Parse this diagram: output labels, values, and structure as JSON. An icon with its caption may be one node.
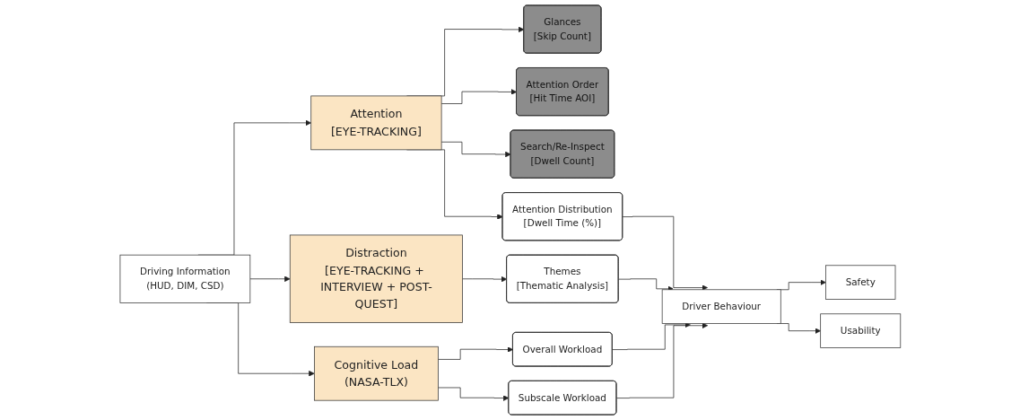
{
  "diagram": {
    "nodes": [
      {
        "text": [
          "Driving Information",
          "(HUD, DIM, CSD)"
        ]
      },
      {
        "text": [
          "Attention",
          "[EYE-TRACKING]"
        ]
      },
      {
        "text": [
          "Distraction",
          "[EYE-TRACKING + INTERVIEW + POST-QUEST]"
        ]
      },
      {
        "text": [
          "Cognitive Load",
          "(NASA-TLX)"
        ]
      },
      {
        "text": [
          "Glances",
          "[Skip Count]"
        ]
      },
      {
        "text": [
          "Attention Order",
          "[Hit Time AOI]"
        ]
      },
      {
        "text": [
          "Search/Re-Inspect",
          "[Dwell Count]"
        ]
      },
      {
        "text": [
          "Attention Distribution",
          "[Dwell Time (%)]"
        ]
      },
      {
        "text": [
          "Themes",
          "[Thematic Analysis]"
        ]
      },
      {
        "text": [
          "Overall Workload"
        ]
      },
      {
        "text": [
          "Subscale Workload"
        ]
      },
      {
        "text": [
          "Driver Behaviour"
        ]
      },
      {
        "text": [
          "Safety"
        ]
      },
      {
        "text": [
          "Usability"
        ]
      }
    ],
    "edges": [
      {
        "from": 0,
        "to": 1,
        "arrow": "to"
      },
      {
        "from": 0,
        "to": 2,
        "arrow": "to"
      },
      {
        "from": 0,
        "to": 3,
        "arrow": "to"
      },
      {
        "from": 1,
        "to": 4,
        "arrow": "to"
      },
      {
        "from": 1,
        "to": 5,
        "arrow": "to"
      },
      {
        "from": 1,
        "to": 6,
        "arrow": "to"
      },
      {
        "from": 1,
        "to": 7,
        "arrow": "to"
      },
      {
        "from": 2,
        "to": 8,
        "arrow": "to"
      },
      {
        "from": 3,
        "to": 9,
        "arrow": "to"
      },
      {
        "from": 3,
        "to": 10,
        "arrow": "to"
      },
      {
        "from": 7,
        "to": 11,
        "arrow": "to"
      },
      {
        "from": 8,
        "to": 11,
        "arrow": "to"
      },
      {
        "from": 9,
        "to": 11,
        "arrow": "to"
      },
      {
        "from": 10,
        "to": 11,
        "arrow": "to"
      },
      {
        "from": 11,
        "to": 12,
        "arrow": "to"
      },
      {
        "from": 11,
        "to": 13,
        "arrow": "to"
      }
    ]
  }
}
